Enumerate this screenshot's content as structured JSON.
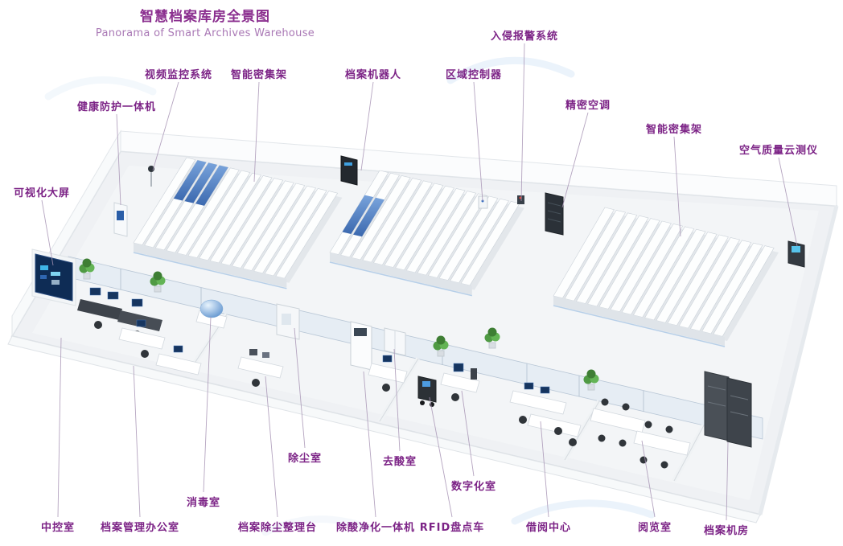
{
  "title": "智慧档案库房全景图",
  "subtitle": "Panorama of Smart Archives Warehouse",
  "labels": {
    "video_surveillance": "视频监控系统",
    "smart_shelving_left": "智能密集架",
    "archive_robot": "档案机器人",
    "zone_controller": "区域控制器",
    "intrusion_alarm": "入侵报警系统",
    "precision_ac": "精密空调",
    "smart_shelving_right": "智能密集架",
    "air_quality_meter": "空气质量云测仪",
    "health_station": "健康防护一体机",
    "visual_screen": "可视化大屏",
    "central_control_room": "中控室",
    "archive_office": "档案管理办公室",
    "disinfection_room": "消毒室",
    "dust_removal_room": "除尘室",
    "dust_sorting_table": "档案除尘整理台",
    "deacidification_room": "去酸室",
    "deacid_purifier": "除酸净化一体机",
    "digitization_room": "数字化室",
    "rfid_cart": "RFID盘点车",
    "borrowing_center": "借阅中心",
    "reading_room": "阅览室",
    "server_room": "档案机房"
  },
  "colors": {
    "title": "#8b2f8f",
    "subtitle": "#a978b5",
    "label": "#7c2386",
    "accent_blue": "#3a6fc0",
    "leader_line": "#a895b5"
  }
}
